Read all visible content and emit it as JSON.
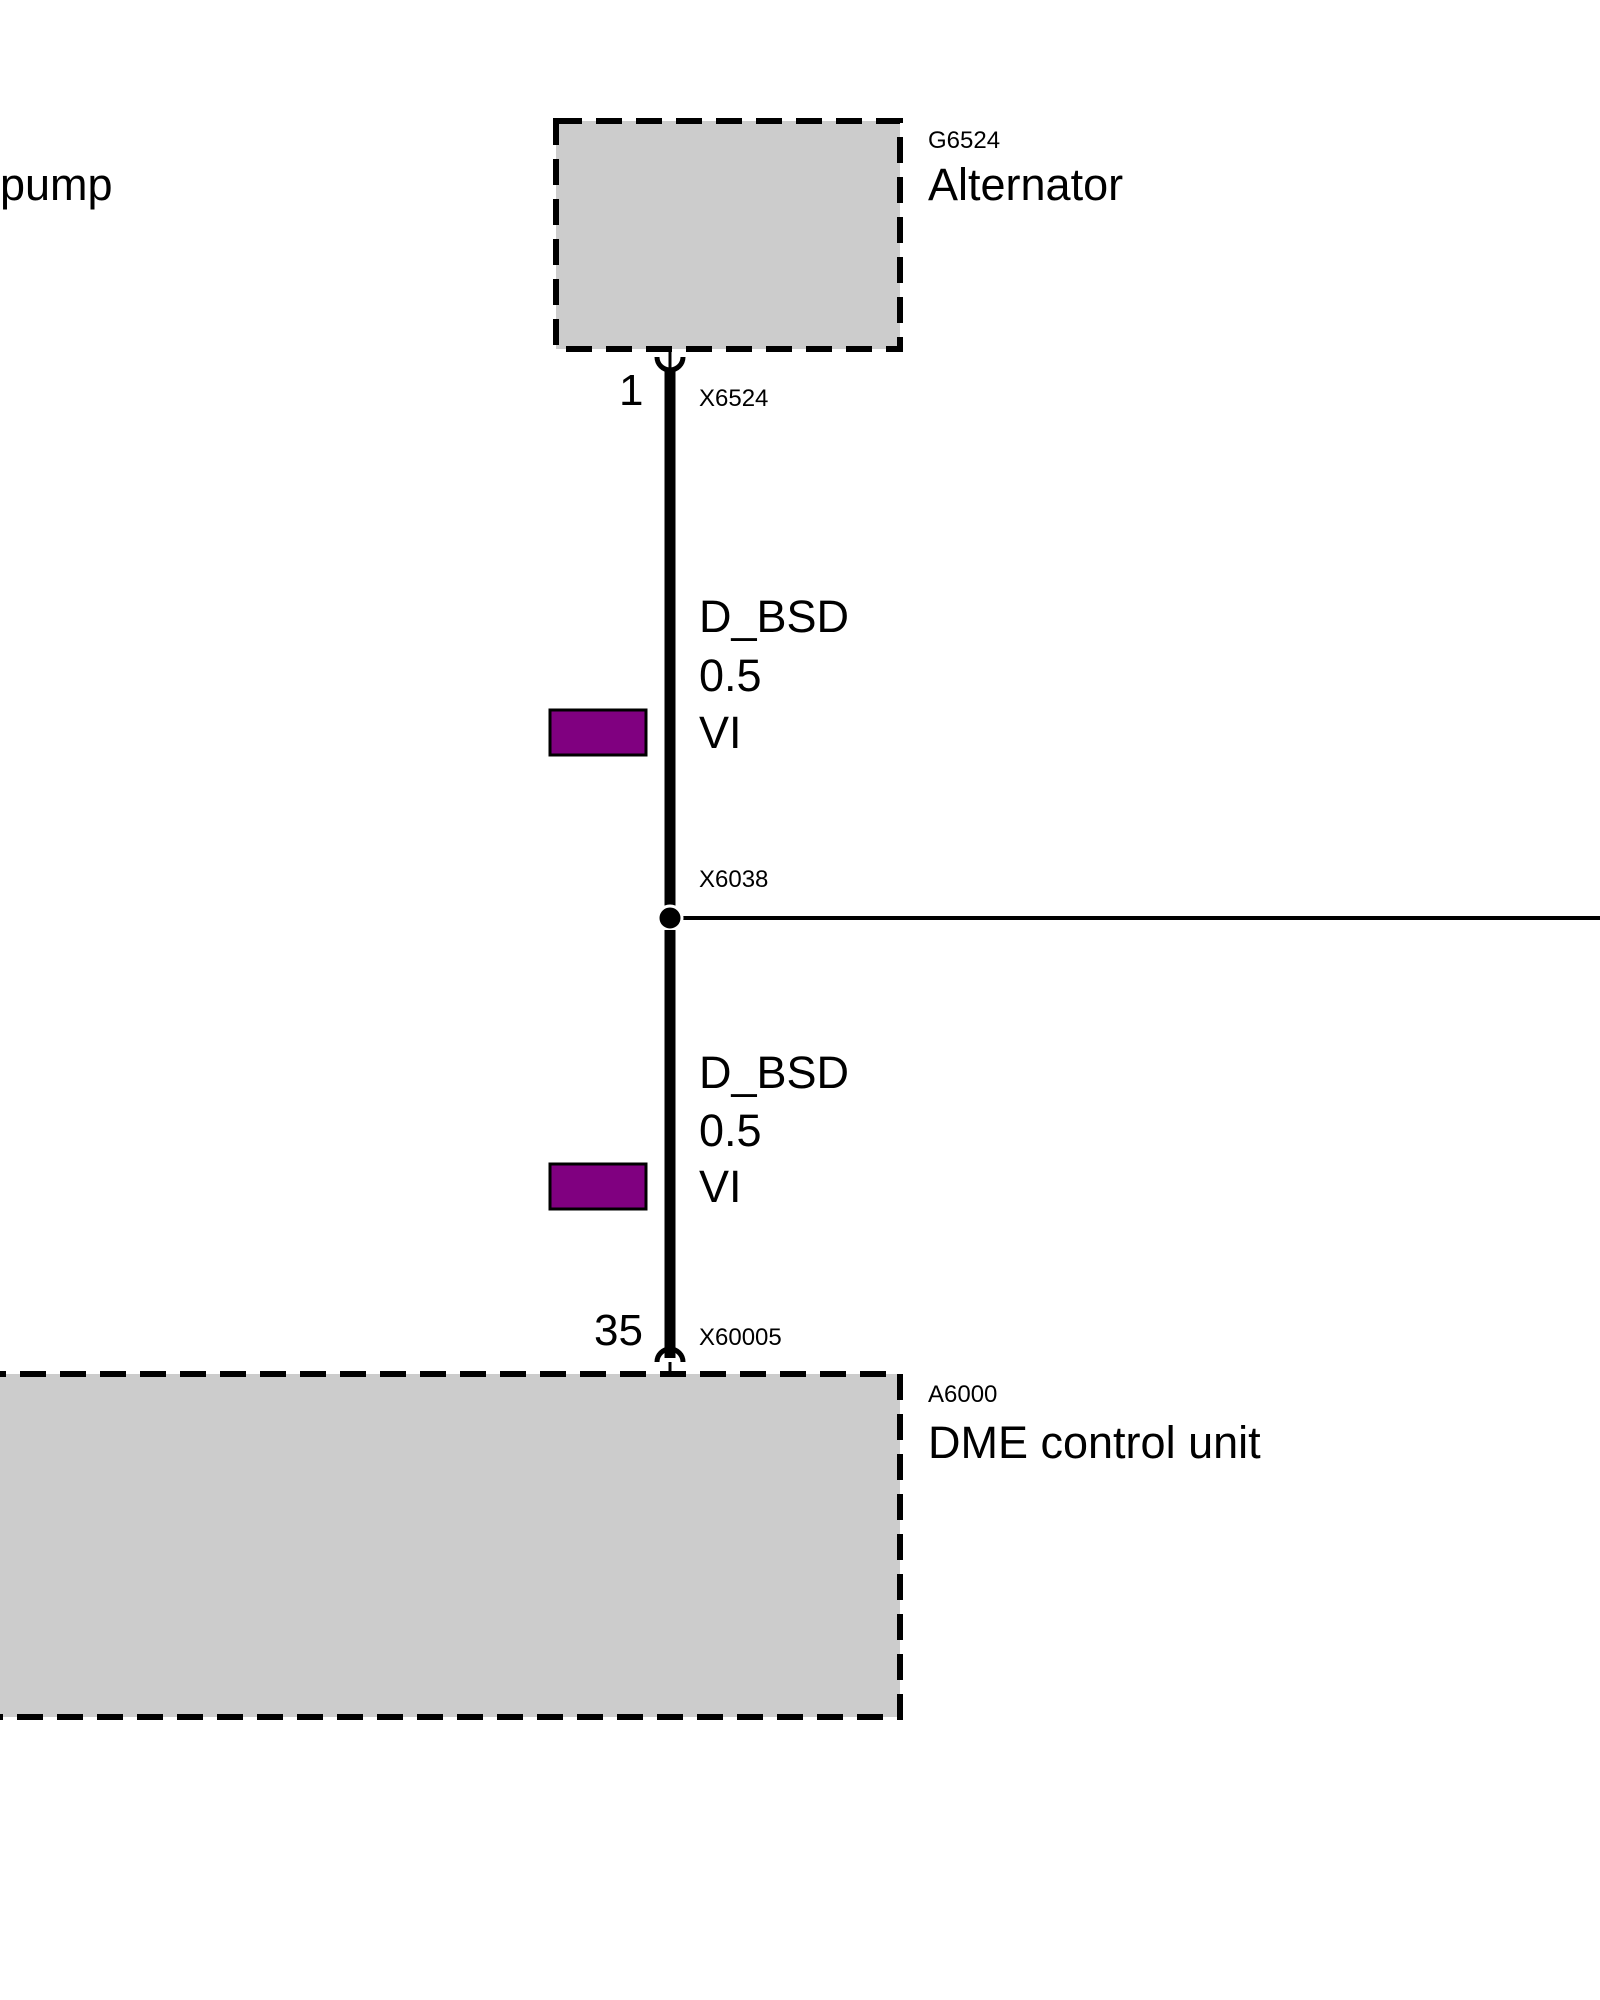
{
  "colors": {
    "background": "#ffffff",
    "component_fill": "#cccccc",
    "component_border": "#000000",
    "wire": "#000000",
    "wire_color_swatch": "#800080"
  },
  "components": {
    "fuel_pump": {
      "name_fragment": "pump"
    },
    "alternator": {
      "id": "G6524",
      "name": "Alternator"
    },
    "dme": {
      "id": "A6000",
      "name": "DME control unit"
    }
  },
  "connectors": {
    "alternator_pin": {
      "pin": "1",
      "connector": "X6524"
    },
    "splice": {
      "connector": "X6038"
    },
    "dme_pin": {
      "pin": "35",
      "connector": "X60005"
    }
  },
  "wires": [
    {
      "signal": "D_BSD",
      "size": "0.5",
      "color_code": "VI",
      "color_icon": "purple-wire-swatch"
    },
    {
      "signal": "D_BSD",
      "size": "0.5",
      "color_code": "VI",
      "color_icon": "purple-wire-swatch"
    }
  ]
}
